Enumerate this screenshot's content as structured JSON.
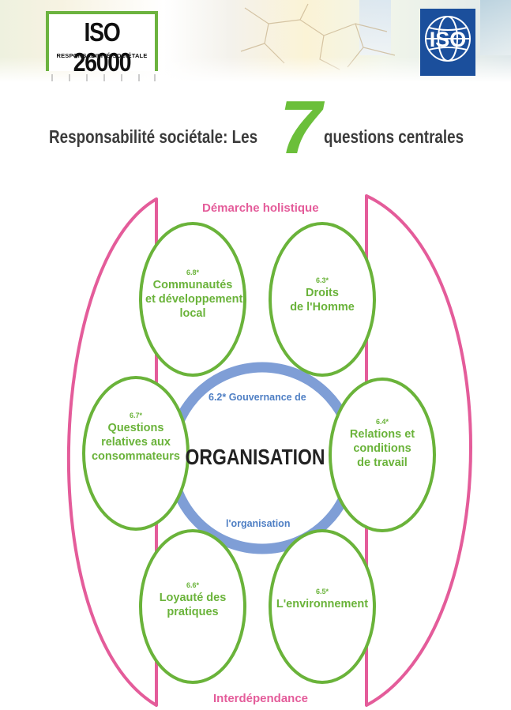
{
  "banner": {
    "logo_number": "ISO 26000",
    "logo_subtitle": "RESPONSABILITÉ SOCIÉTALE",
    "iso_mark": "ISO"
  },
  "title": {
    "before": "Responsabilité sociétale: Les",
    "number": "7",
    "after": "questions centrales"
  },
  "diagram": {
    "top_label": "Démarche holistique",
    "bottom_label": "Interdépendance",
    "center": {
      "governance_top": "6.2* Gouvernance de",
      "organisation": "ORGANISATION",
      "governance_bottom": "l'organisation"
    },
    "questions": [
      {
        "code": "6.8*",
        "lines": [
          "Communautés",
          "et développement",
          "local"
        ]
      },
      {
        "code": "6.3*",
        "lines": [
          "Droits",
          "de l'Homme"
        ]
      },
      {
        "code": "6.7*",
        "lines": [
          "Questions",
          "relatives aux",
          "consommateurs"
        ]
      },
      {
        "code": "6.4*",
        "lines": [
          "Relations et",
          "conditions",
          "de travail"
        ]
      },
      {
        "code": "6.6*",
        "lines": [
          "Loyauté des",
          "pratiques"
        ]
      },
      {
        "code": "6.5*",
        "lines": [
          "L'environnement"
        ]
      }
    ]
  },
  "colors": {
    "green": "#6ab33a",
    "pink": "#e45c9a",
    "blue": "#7f9ed6",
    "iso_blue": "#1b4f9c"
  }
}
